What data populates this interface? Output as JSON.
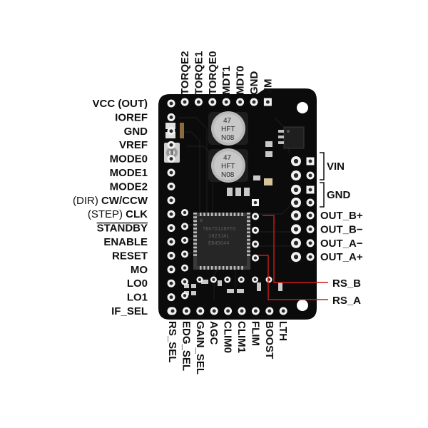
{
  "board": {
    "colors": {
      "pcb": "#0b0b0b",
      "pad": "#f2f2f2",
      "pad_hole": "#2a2a2a",
      "chip": "#262626",
      "capacitor": "#b9b9b9",
      "callout_line": "#d11a1a",
      "label": "#111111"
    }
  },
  "left_pins": [
    {
      "prefix": "",
      "label": "VCC (OUT)"
    },
    {
      "prefix": "",
      "label": "IOREF"
    },
    {
      "prefix": "",
      "label": "GND"
    },
    {
      "prefix": "",
      "label": "VREF"
    },
    {
      "prefix": "",
      "label": "MODE0"
    },
    {
      "prefix": "",
      "label": "MODE1"
    },
    {
      "prefix": "",
      "label": "MODE2"
    },
    {
      "prefix": "(DIR) ",
      "label": "CW/CCW"
    },
    {
      "prefix": "(STEP) ",
      "label": "CLK"
    },
    {
      "prefix": "",
      "label": "STANDBY",
      "overline": true
    },
    {
      "prefix": "",
      "label": "ENABLE"
    },
    {
      "prefix": "",
      "label": "RESET"
    },
    {
      "prefix": "",
      "label": "MO"
    },
    {
      "prefix": "",
      "label": "LO0"
    },
    {
      "prefix": "",
      "label": "LO1"
    },
    {
      "prefix": "",
      "label": "IF_SEL"
    }
  ],
  "top_pins": [
    "TORQE2",
    "TORQE1",
    "TORQE0",
    "MDT1",
    "MDT0",
    "GND",
    "VM"
  ],
  "bottom_pins": [
    "RS_SEL",
    "EDG_SEL",
    "GAIN_SEL",
    "AGC",
    "CLIM0",
    "CLIM1",
    "FLIM",
    "BOOST",
    "LTH"
  ],
  "right_groups": [
    "VIN",
    "GND"
  ],
  "right_pins": [
    "OUT_B+",
    "OUT_B−",
    "OUT_A−",
    "OUT_A+"
  ],
  "callouts": [
    "RS_B",
    "RS_A"
  ],
  "chip_marking": [
    "TB67S128FTG",
    "1823JAL",
    "EB45644"
  ],
  "capacitor_marking": [
    "47",
    "HFT",
    "N08"
  ]
}
